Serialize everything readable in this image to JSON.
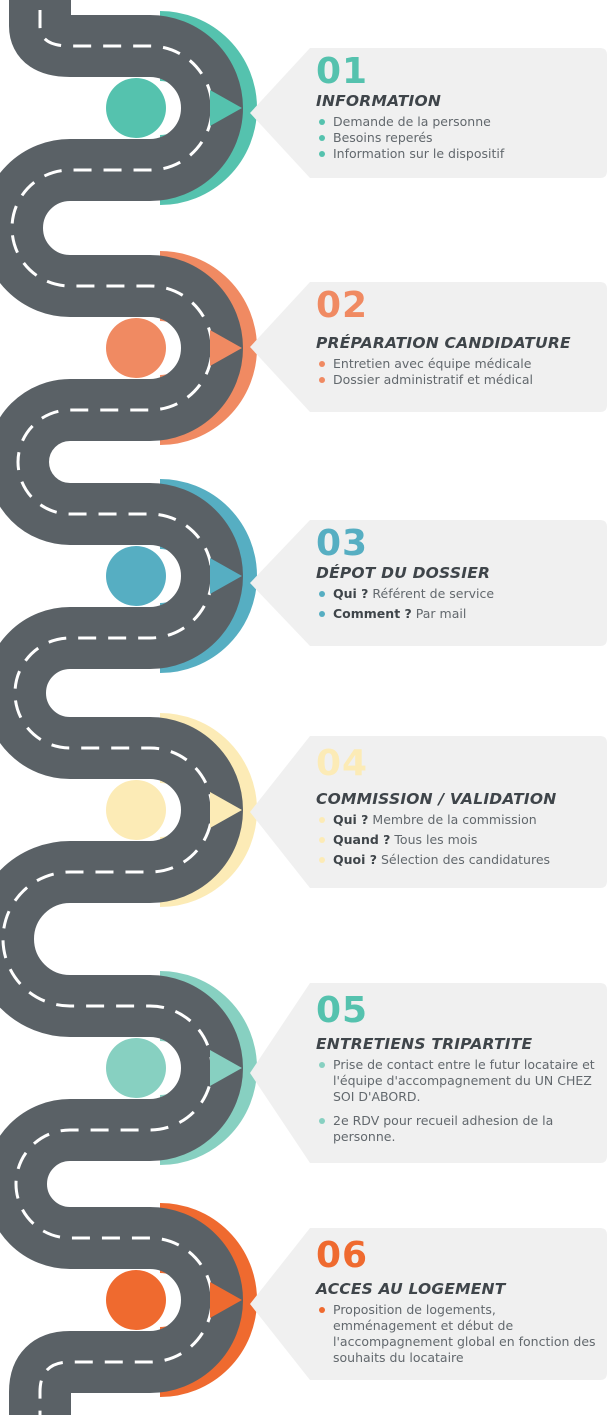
{
  "colors": {
    "road": "#5a6166",
    "dash": "#ffffff",
    "card": "#f0f0f0",
    "title": "#3f454a",
    "text": "#62686d"
  },
  "steps": [
    {
      "num": "01",
      "title": "INFORMATION",
      "color": "#55c2ae",
      "items": [
        {
          "label": "",
          "text": "Demande de la personne"
        },
        {
          "label": "",
          "text": "Besoins reperés"
        },
        {
          "label": "",
          "text": "Information sur le dispositif"
        }
      ]
    },
    {
      "num": "02",
      "title": "PRÉPARATION CANDIDATURE",
      "color": "#f08a62",
      "items": [
        {
          "label": "",
          "text": "Entretien avec équipe médicale"
        },
        {
          "label": "",
          "text": "Dossier administratif et médical"
        }
      ]
    },
    {
      "num": "03",
      "title": "DÉPOT DU DOSSIER",
      "color": "#56aec2",
      "items": [
        {
          "label": "Qui ?",
          "text": "Référent de service"
        },
        {
          "label": "Comment ?",
          "text": "Par mail"
        }
      ]
    },
    {
      "num": "04",
      "title": "COMMISSION / VALIDATION",
      "color": "#fcebb6",
      "items": [
        {
          "label": "Qui ?",
          "text": "Membre de la commission"
        },
        {
          "label": "Quand ?",
          "text": "Tous les mois"
        },
        {
          "label": "Quoi ?",
          "text": "Sélection des candidatures"
        }
      ]
    },
    {
      "num": "05",
      "title": "ENTRETIENS TRIPARTITE",
      "color": "#87d0c1",
      "items": [
        {
          "label": "",
          "text": "Prise de contact entre le futur locataire et l'équipe d'accompagnement du UN CHEZ SOI D'ABORD."
        },
        {
          "label": "",
          "text": "2e RDV pour recueil adhesion de la personne."
        }
      ]
    },
    {
      "num": "06",
      "title": "ACCES AU LOGEMENT",
      "color": "#ef6a2f",
      "items": [
        {
          "label": "",
          "text": "Proposition de logements, emménagement et début de l'accompagnement global en fonction des souhaits du locataire"
        }
      ]
    }
  ]
}
